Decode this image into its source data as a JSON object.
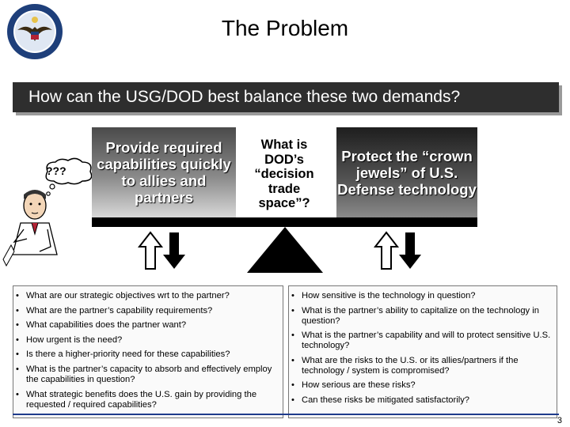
{
  "title": "The Problem",
  "banner": "How can the USG/DOD best balance these two demands?",
  "thought": "???",
  "left_box": "Provide required capabilities quickly to allies and partners",
  "middle_text": "What is DOD’s “decision trade space”?",
  "right_box": "Protect the “crown jewels” of U.S. Defense technology",
  "left_bullets": [
    "What are our strategic objectives wrt to the partner?",
    "What are the partner’s capability requirements?",
    "What capabilities does the partner want?",
    "How urgent is the need?",
    "Is there a higher-priority need for these capabilities?",
    "What is the partner’s capacity to absorb and effectively employ the capabilities in question?",
    "What strategic benefits does the U.S. gain by providing the requested / required capabilities?"
  ],
  "right_bullets": [
    "How sensitive is the technology in question?",
    "What is the partner’s ability to capitalize on the technology in question?",
    "What is the partner’s capability and will to protect sensitive U.S. technology?",
    "What are the risks to the U.S. or its allies/partners if the technology / system is compromised?",
    "How serious are these risks?",
    "Can these risks be mitigated satisfactorily?"
  ],
  "page_number": "3",
  "icons": {
    "seal": "department-of-defense-seal-icon",
    "person": "thinking-man-icon",
    "arrows": "up-down-arrows-icon",
    "fulcrum": "fulcrum-triangle-icon"
  },
  "colors": {
    "banner": "#2e2e2e",
    "accent_line": "#1f3b8c"
  }
}
